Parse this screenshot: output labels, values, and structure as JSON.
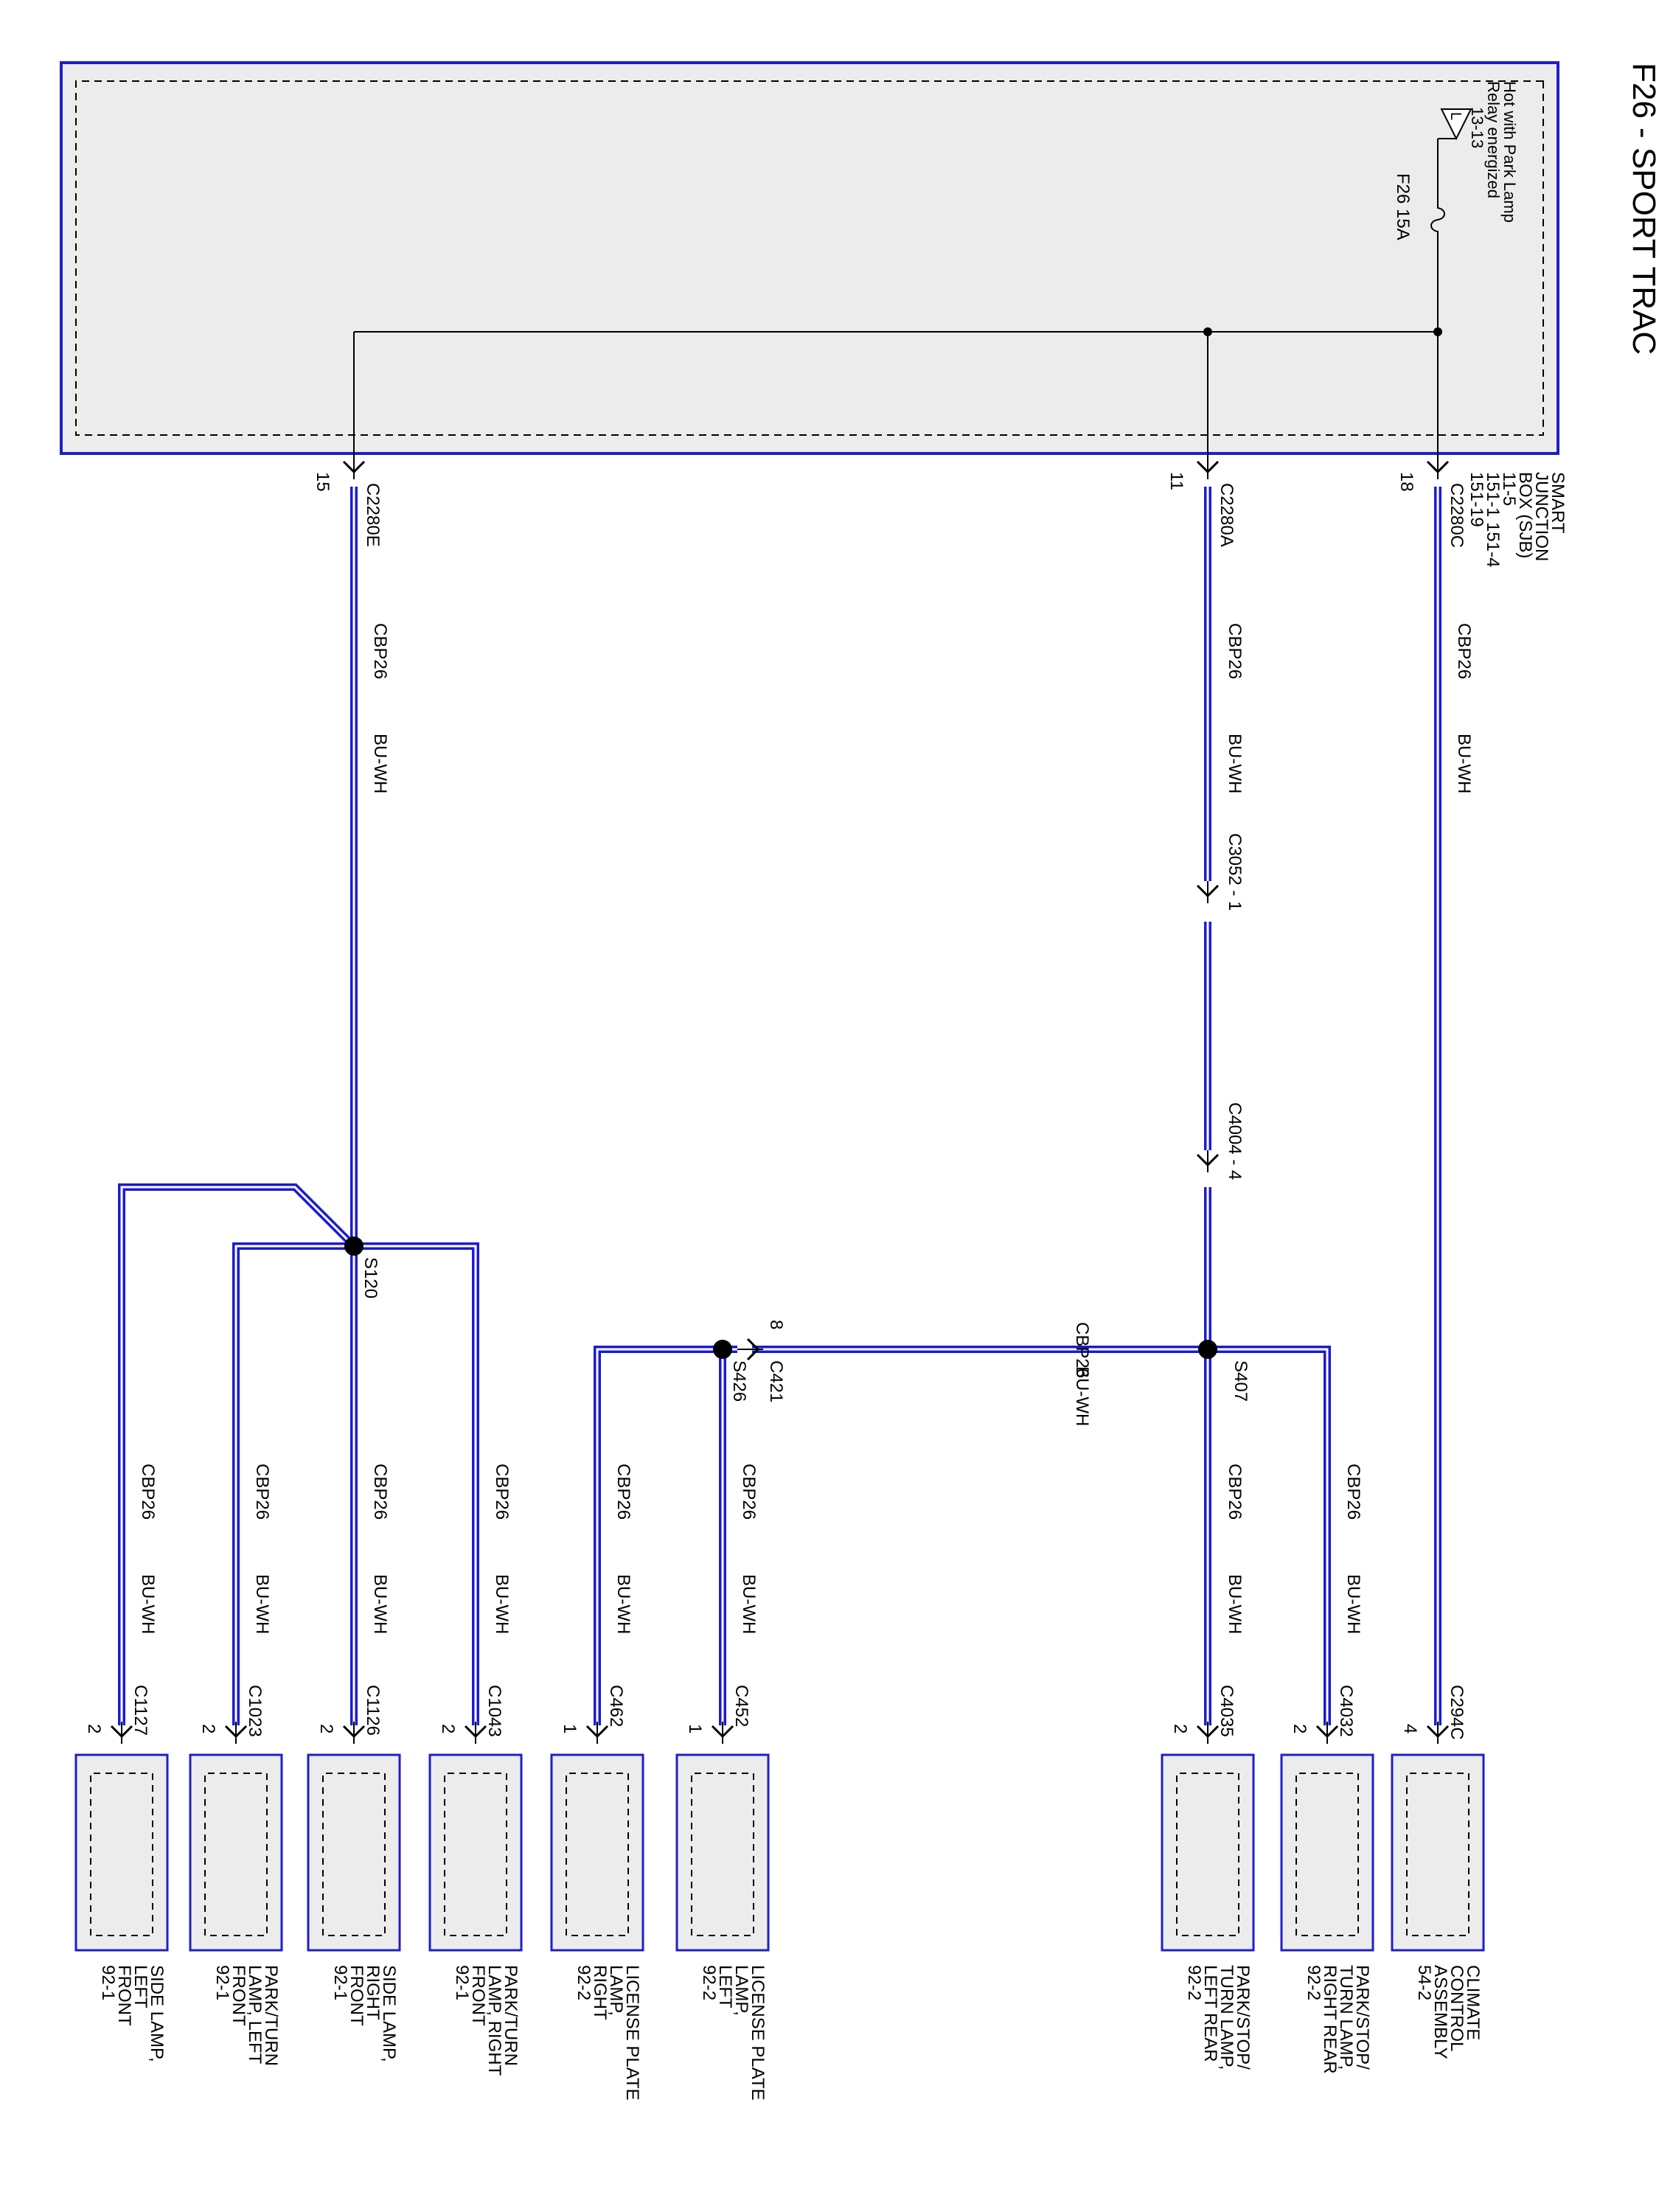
{
  "title": "F26 - SPORT TRAC",
  "sjb": {
    "lines": [
      "SMART",
      "JUNCTION",
      "BOX (SJB)",
      "11-5",
      "151-1    151-4",
      "151-19"
    ],
    "power_note_lines": [
      "Hot with Park Lamp",
      "Relay energized",
      "13-13"
    ],
    "power_symbol": "L",
    "fuse_label": "F26   15A"
  },
  "sjb_outputs": [
    {
      "connector": "C2280C",
      "pin": "18"
    },
    {
      "connector": "C2280A",
      "pin": "11"
    },
    {
      "connector": "C2280E",
      "pin": "15"
    }
  ],
  "wire": {
    "circuit": "CBP26",
    "color": "BU-WH"
  },
  "inline_connectors": [
    {
      "label": "C3052 - 1"
    },
    {
      "label": "C4004 - 4"
    },
    {
      "label": "C421",
      "pin": "8"
    }
  ],
  "splices": [
    "S407",
    "S426",
    "S120"
  ],
  "loads": [
    {
      "connector": "C294C",
      "pin": "4",
      "name_lines": [
        "CLIMATE",
        "CONTROL",
        "ASSEMBLY",
        "54-2"
      ]
    },
    {
      "connector": "C4032",
      "pin": "2",
      "name_lines": [
        "PARK/STOP/",
        "TURN LAMP,",
        "RIGHT REAR",
        "92-2"
      ]
    },
    {
      "connector": "C4035",
      "pin": "2",
      "name_lines": [
        "PARK/STOP/",
        "TURN LAMP,",
        "LEFT REAR",
        "92-2"
      ]
    },
    {
      "connector": "C452",
      "pin": "1",
      "name_lines": [
        "LICENSE PLATE",
        "LAMP,",
        "LEFT",
        "92-2"
      ]
    },
    {
      "connector": "C462",
      "pin": "1",
      "name_lines": [
        "LICENSE PLATE",
        "LAMP,",
        "RIGHT",
        "92-2"
      ]
    },
    {
      "connector": "C1043",
      "pin": "2",
      "name_lines": [
        "PARK/TURN",
        "LAMP, RIGHT",
        "FRONT",
        "92-1"
      ]
    },
    {
      "connector": "C1126",
      "pin": "2",
      "name_lines": [
        "SIDE LAMP,",
        "RIGHT",
        "FRONT",
        "92-1"
      ]
    },
    {
      "connector": "C1023",
      "pin": "2",
      "name_lines": [
        "PARK/TURN",
        "LAMP, LEFT",
        "FRONT",
        "92-1"
      ]
    },
    {
      "connector": "C1127",
      "pin": "2",
      "name_lines": [
        "SIDE LAMP,",
        "LEFT",
        "FRONT",
        "92-1"
      ]
    }
  ],
  "colors": {
    "wire_blue": "#1b1bd0",
    "box_fill": "#ececec",
    "box_stroke": "#1f1fc8",
    "ink": "#000000"
  }
}
